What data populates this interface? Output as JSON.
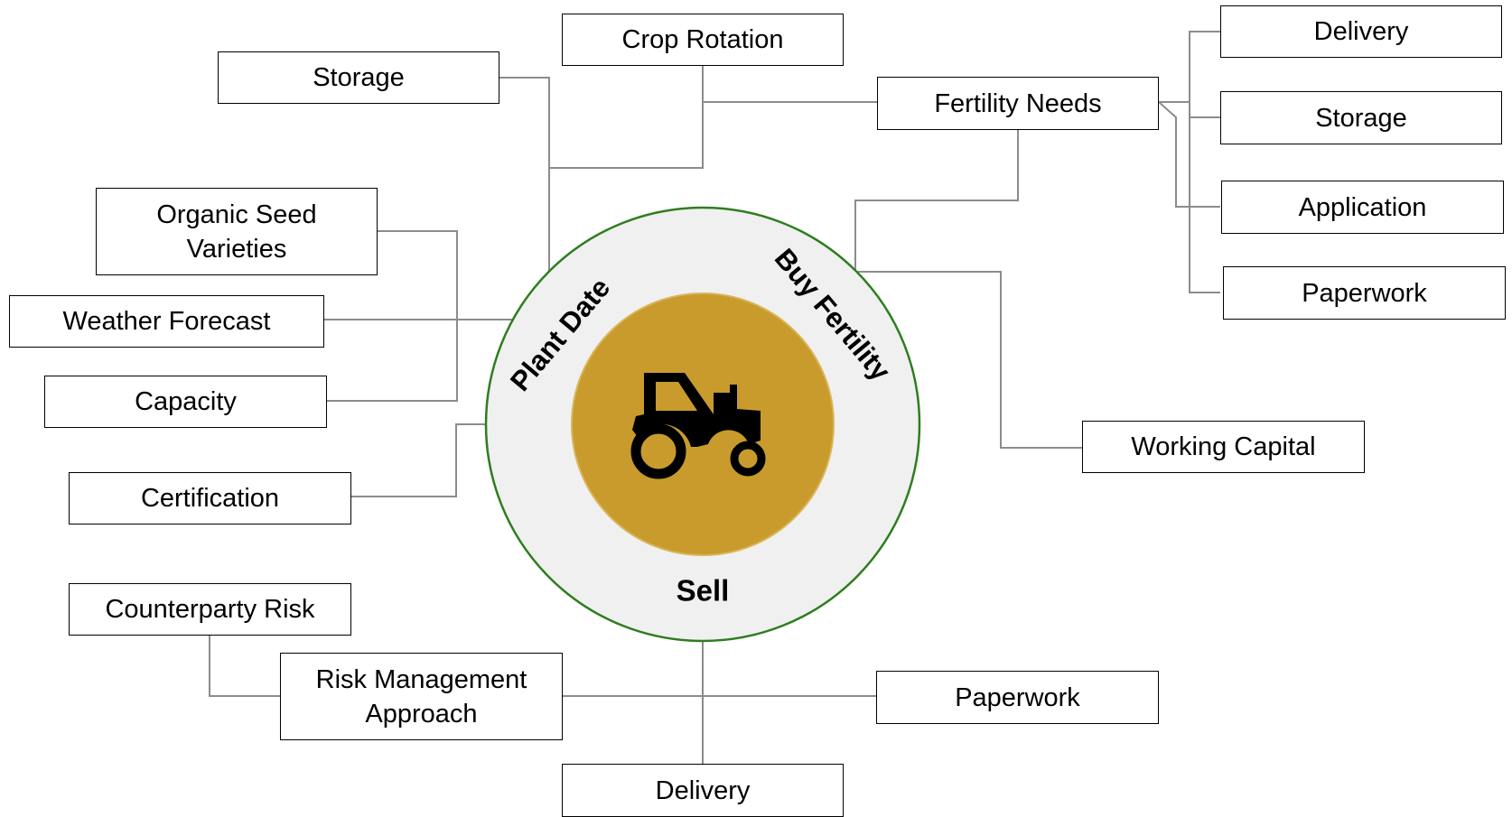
{
  "diagram": {
    "center": {
      "icon": "tractor-icon",
      "colors": {
        "hub": "#c89b2c",
        "ring": "#f0f0f0",
        "ring_border": "#2e7d1e",
        "connector": "#8c8c8c"
      },
      "segments": {
        "plant_date": "Plant Date",
        "buy_fertility": "Buy Fertility",
        "sell": "Sell"
      }
    },
    "plant_date_branch": {
      "crop_rotation": "Crop Rotation",
      "storage": "Storage",
      "organic_seed": "Organic Seed Varieties",
      "weather_forecast": "Weather Forecast",
      "capacity": "Capacity",
      "certification": "Certification"
    },
    "buy_fertility_branch": {
      "fertility_needs": "Fertility Needs",
      "delivery": "Delivery",
      "storage": "Storage",
      "application": "Application",
      "paperwork": "Paperwork",
      "working_capital": "Working Capital"
    },
    "sell_branch": {
      "counterparty_risk": "Counterparty Risk",
      "risk_management": "Risk Management Approach",
      "paperwork": "Paperwork",
      "delivery": "Delivery"
    }
  }
}
